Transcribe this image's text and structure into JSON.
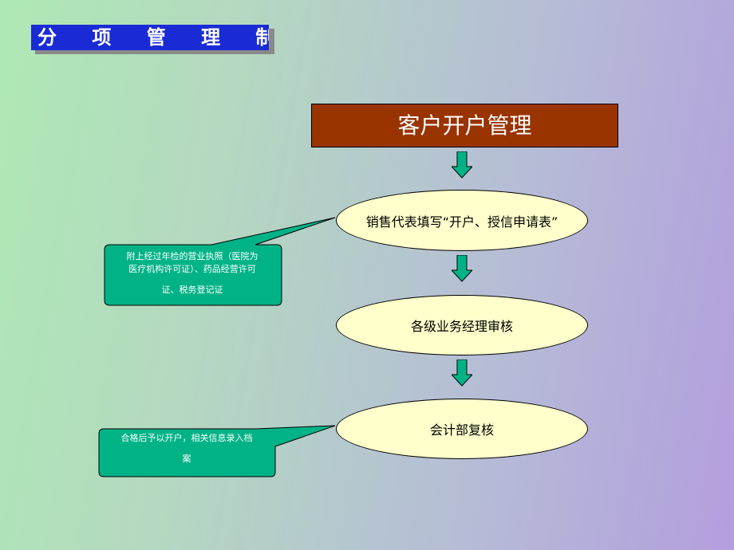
{
  "title": "分 项 管 理 制 度",
  "diagram": {
    "header": "客户开户管理",
    "steps": [
      "销售代表填写“开户、授信申请表”",
      "各级业务经理审核",
      "会计部复核"
    ],
    "callouts": [
      {
        "line1": "附上经过年检的营业执照（医院为",
        "line2": "医疗机构许可证）、药品经营许可",
        "line3": "证、税务登记证"
      },
      {
        "line1": "合格后予以开户，相关信息录入档",
        "line2": "案"
      }
    ]
  },
  "colors": {
    "title_bg": "#1a2bd6",
    "header_bg": "#993300",
    "ellipse_fill": "#ffffcc",
    "callout_fill": "#00b386",
    "arrow_fill": "#00b386"
  },
  "icons": [
    "down-arrow-icon",
    "down-arrow-icon",
    "down-arrow-icon"
  ]
}
